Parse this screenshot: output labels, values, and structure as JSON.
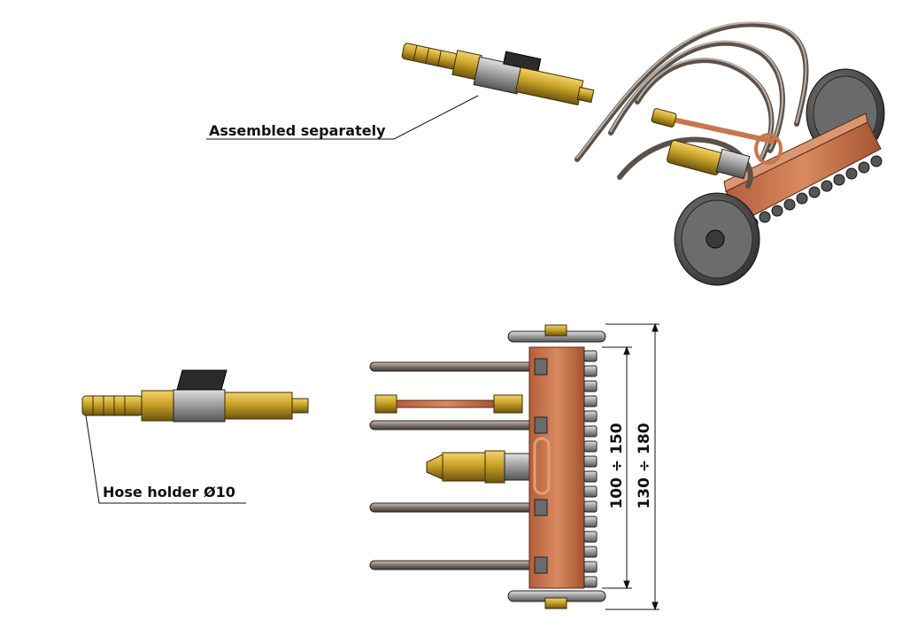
{
  "labels": {
    "assembled": "Assembled separately",
    "hose_holder": "Hose holder Ø10"
  },
  "dimensions": {
    "inner": "100 ÷ 150",
    "outer": "130 ÷ 180"
  },
  "colors": {
    "brass": "#c9a227",
    "copper": "#c8764e",
    "steel": "#7a7a7a",
    "dark": "#2a2a2a"
  }
}
